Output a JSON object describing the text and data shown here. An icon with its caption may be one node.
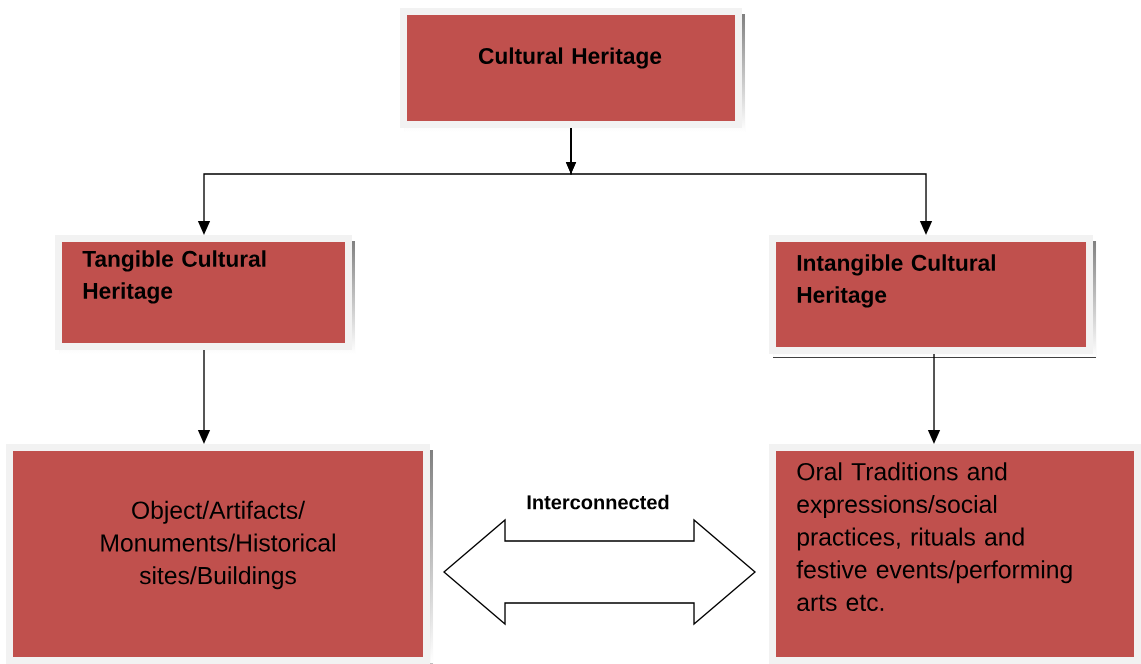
{
  "diagram": {
    "nodes": [
      {
        "text": [
          "Cultural Heritage"
        ]
      },
      {
        "text": [
          "Tangible Cultural Heritage"
        ]
      },
      {
        "text": [
          "Intangible Cultural Heritage"
        ]
      },
      {
        "text": [
          "Object/Artifacts/ Monuments/Historical sites/Buildings"
        ]
      },
      {
        "text": [
          "Oral Traditions and expressions/social practices, rituals and festive events/performing arts etc."
        ]
      }
    ],
    "edges": [
      {
        "from": 0,
        "to": 1,
        "arrow": "to"
      },
      {
        "from": 0,
        "to": 2,
        "arrow": "to"
      },
      {
        "from": 1,
        "to": 3,
        "arrow": "to"
      },
      {
        "from": 2,
        "to": 4,
        "arrow": "to"
      },
      {
        "from": 3,
        "to": 4,
        "arrow": "both",
        "label": "Interconnected"
      }
    ]
  }
}
